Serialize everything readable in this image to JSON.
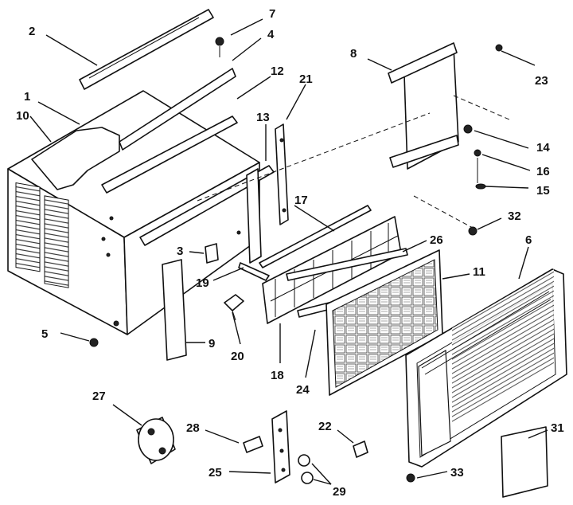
{
  "callouts": {
    "c1": "1",
    "c2": "2",
    "c3": "3",
    "c4": "4",
    "c5": "5",
    "c6": "6",
    "c7": "7",
    "c8": "8",
    "c9": "9",
    "c10": "10",
    "c11": "11",
    "c12": "12",
    "c13": "13",
    "c14": "14",
    "c15": "15",
    "c16": "16",
    "c17": "17",
    "c18": "18",
    "c19": "19",
    "c20": "20",
    "c21": "21",
    "c22": "22",
    "c23": "23",
    "c24": "24",
    "c25": "25",
    "c26": "26",
    "c27": "27",
    "c28": "28",
    "c29": "29",
    "c31": "31",
    "c32": "32",
    "c33": "33"
  }
}
